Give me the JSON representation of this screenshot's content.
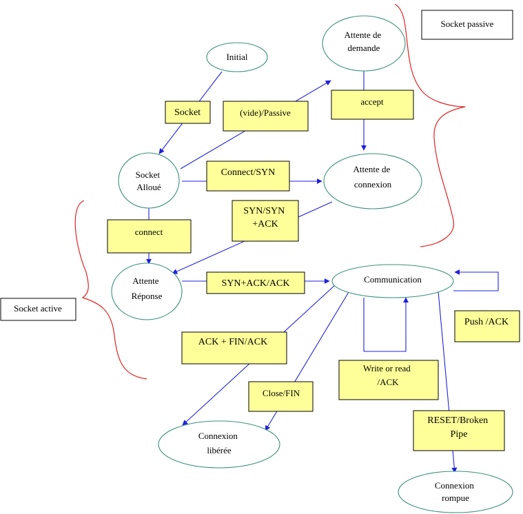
{
  "colors": {
    "state_stroke": "#3a8f7a",
    "edge": "#1f1fe0",
    "label_fill": "#ffff99",
    "brace": "#e02020",
    "outline": "#000000"
  },
  "groups": {
    "passive": {
      "label": "Socket passive"
    },
    "active": {
      "label": "Socket active"
    }
  },
  "states": {
    "initial": {
      "lines": [
        "Initial"
      ]
    },
    "alloue": {
      "lines": [
        "Socket",
        "Alloué"
      ]
    },
    "att_demande": {
      "lines": [
        "Attente de",
        "demande"
      ]
    },
    "att_connexion": {
      "lines": [
        "Attente de",
        "connexion"
      ]
    },
    "att_reponse": {
      "lines": [
        "Attente",
        "Réponse"
      ]
    },
    "communication": {
      "lines": [
        "Communication"
      ]
    },
    "liberee": {
      "lines": [
        "Connexion",
        "libérée"
      ]
    },
    "rompue": {
      "lines": [
        "Connexion",
        "rompue"
      ]
    }
  },
  "transitions": {
    "socket": {
      "lines": [
        "Socket"
      ]
    },
    "passive": {
      "lines": [
        "(vide)/Passive"
      ]
    },
    "accept": {
      "lines": [
        "accept"
      ]
    },
    "connect_syn": {
      "lines": [
        "Connect/SYN"
      ]
    },
    "syn_synack": {
      "lines": [
        "SYN/SYN",
        "+ACK"
      ]
    },
    "connect": {
      "lines": [
        "connect"
      ]
    },
    "synack_ack": {
      "lines": [
        "SYN+ACK/ACK"
      ]
    },
    "push_ack": {
      "lines": [
        "Push /ACK"
      ]
    },
    "ack_fin_ack": {
      "lines": [
        "ACK + FIN/ACK"
      ]
    },
    "write_read": {
      "lines": [
        "Write or read",
        "/ACK"
      ]
    },
    "close_fin": {
      "lines": [
        "Close/FIN"
      ]
    },
    "reset": {
      "lines": [
        "RESET/Broken",
        "Pipe"
      ]
    }
  }
}
